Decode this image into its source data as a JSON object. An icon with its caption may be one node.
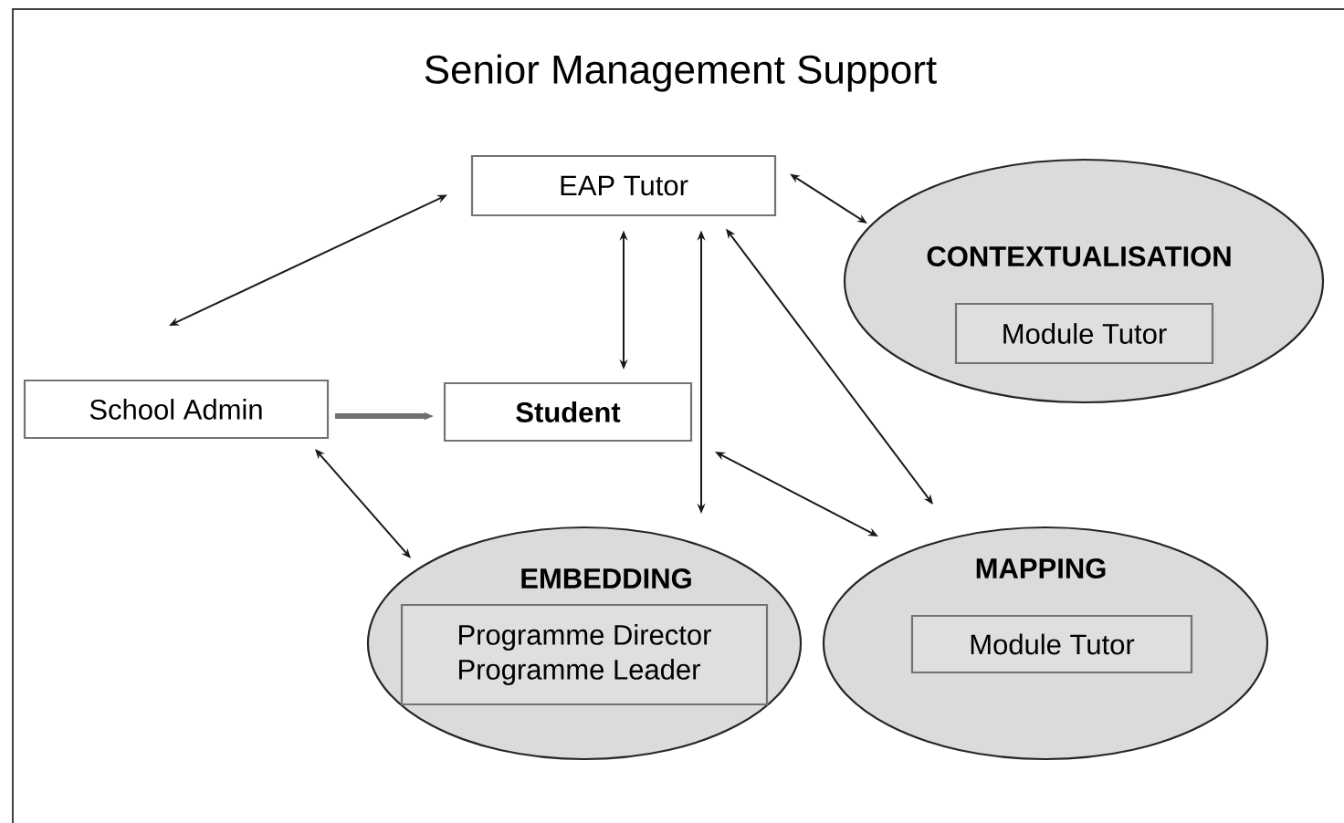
{
  "diagram": {
    "nodes": [
      {
        "text": [
          "Senior Management Support"
        ]
      },
      {
        "text": [
          "EAP Tutor"
        ],
        "in": 0
      },
      {
        "text": [
          "CONTEXTUALISATION"
        ],
        "in": 0
      },
      {
        "text": [
          "Module Tutor"
        ],
        "in": 2
      },
      {
        "text": [
          "School Admin"
        ],
        "in": 0
      },
      {
        "text": [
          "Student"
        ],
        "in": 0
      },
      {
        "text": [
          "EMBEDDING"
        ],
        "in": 0
      },
      {
        "text": [
          "Programme Director",
          "Programme Leader"
        ],
        "in": 6
      },
      {
        "text": [
          "MAPPING"
        ],
        "in": 0
      },
      {
        "text": [
          "Module Tutor"
        ],
        "in": 8
      }
    ],
    "edges": [
      {
        "from": 1,
        "to": 4,
        "arrow": "both"
      },
      {
        "from": 1,
        "to": 2,
        "arrow": "both"
      },
      {
        "from": 1,
        "to": 5,
        "arrow": "both"
      },
      {
        "from": 1,
        "to": 6,
        "arrow": "both"
      },
      {
        "from": 1,
        "to": 8,
        "arrow": "both"
      },
      {
        "from": 4,
        "to": 5,
        "arrow": "to",
        "style": "thick",
        "color": "#707070"
      },
      {
        "from": 4,
        "to": 6,
        "arrow": "both"
      },
      {
        "from": 5,
        "to": 8,
        "arrow": "both"
      }
    ]
  }
}
